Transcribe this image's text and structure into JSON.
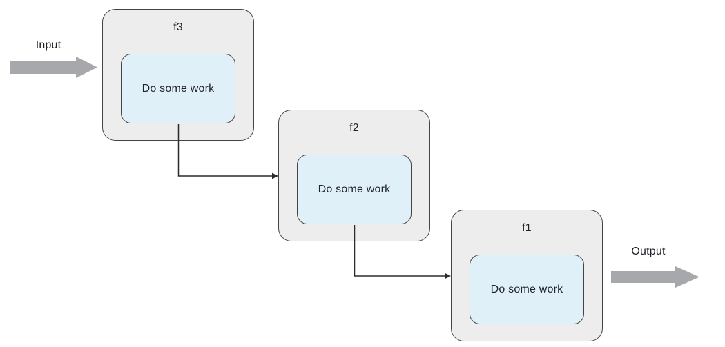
{
  "diagram": {
    "type": "flow-diagram",
    "input_label": "Input",
    "output_label": "Output",
    "nodes": [
      {
        "id": "f3",
        "title": "f3",
        "body": "Do some work"
      },
      {
        "id": "f2",
        "title": "f2",
        "body": "Do some work"
      },
      {
        "id": "f1",
        "title": "f1",
        "body": "Do some work"
      }
    ],
    "connections": [
      {
        "from": "f3",
        "to": "f2"
      },
      {
        "from": "f2",
        "to": "f1"
      }
    ],
    "colors": {
      "outer_box_fill": "#ededee",
      "inner_box_fill": "#dff0f9",
      "box_border": "#434446",
      "connector": "#2b2b2b",
      "block_arrow": "#a6a8ab",
      "text": "#1f2228"
    }
  }
}
